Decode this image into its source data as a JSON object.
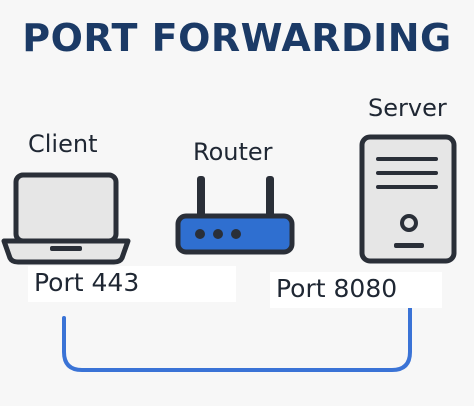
{
  "title": "PORT FORWARDING",
  "nodes": {
    "client": "Client",
    "router": "Router",
    "server": "Server"
  },
  "ports": {
    "client": "Port 443",
    "server": "Port 8080"
  },
  "colors": {
    "title": "#1b3a66",
    "router": "#2f6fd0",
    "connector": "#3a73d6",
    "device_fill": "#e6e6e6",
    "outline": "#2a2f38"
  },
  "icons": [
    "laptop-icon",
    "router-icon",
    "server-icon"
  ]
}
